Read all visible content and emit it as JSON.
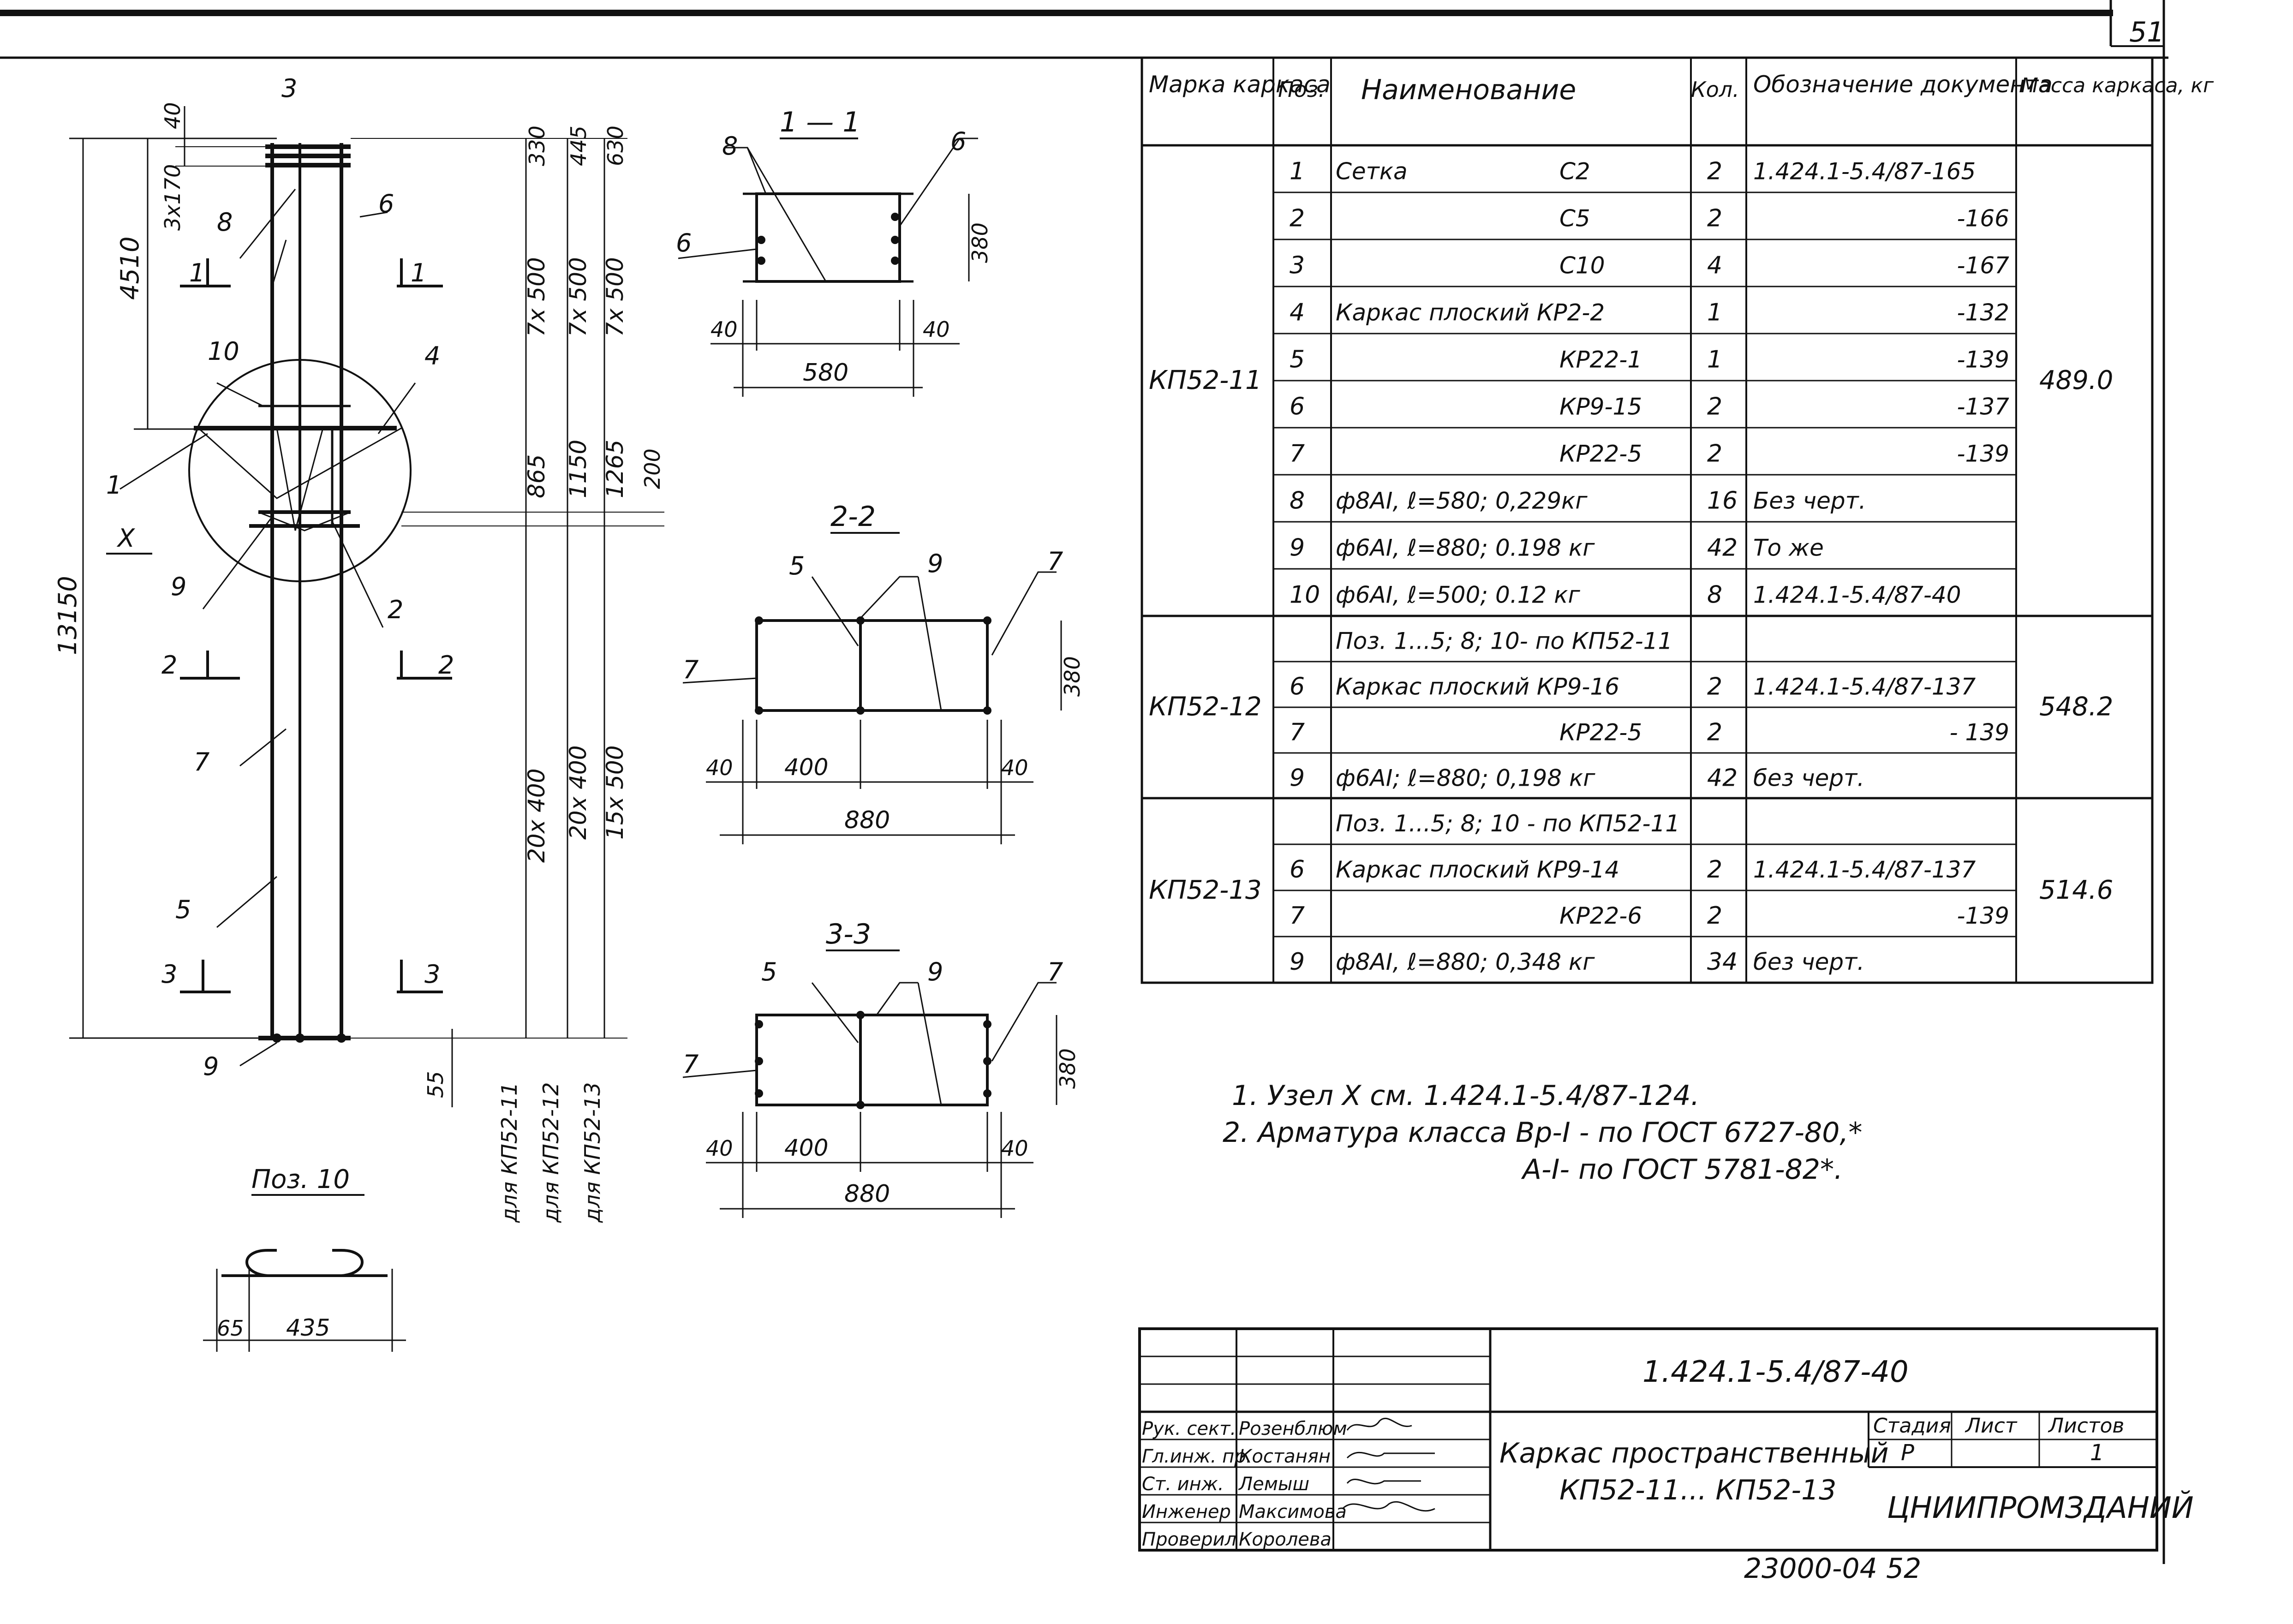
{
  "page_number": "51",
  "column_view": {
    "total_height": "13150",
    "top_offset": "40",
    "top_spacing": "3х170",
    "upper_height": "4510",
    "bottom_offset": "55",
    "dims_a": [
      "330",
      "7х 500",
      "865",
      "20х 400"
    ],
    "dims_b": [
      "445",
      "7х 500",
      "1150",
      "20х 400"
    ],
    "dims_c": [
      "630",
      "7х 500",
      "1265",
      "15х 500"
    ],
    "dim_200": "200",
    "labels": [
      "для КП52-11",
      "для КП52-12",
      "для КП52-13"
    ],
    "node_label": "X",
    "positions": [
      "3",
      "8",
      "6",
      "1",
      "1",
      "10",
      "4",
      "1",
      "9",
      "2",
      "2",
      "2",
      "7",
      "5",
      "3",
      "3",
      "9"
    ]
  },
  "poz10": {
    "title": "Поз. 10",
    "dim_a": "65",
    "dim_b": "435"
  },
  "section_1": {
    "title": "1 — 1",
    "pos_labels": [
      "8",
      "6",
      "6"
    ],
    "dims": [
      "40",
      "40",
      "580",
      "380"
    ]
  },
  "section_2": {
    "title": "2-2",
    "pos_labels": [
      "5",
      "9",
      "7",
      "7"
    ],
    "dims": [
      "40",
      "400",
      "40",
      "880",
      "380"
    ]
  },
  "section_3": {
    "title": "3-3",
    "pos_labels": [
      "5",
      "9",
      "7",
      "7"
    ],
    "dims": [
      "40",
      "400",
      "40",
      "880",
      "380"
    ]
  },
  "spec_table": {
    "headers": [
      "Марка каркаса",
      "Поз.",
      "Наименование",
      "Кол.",
      "Обозначение документа",
      "Масса каркаса, кг"
    ],
    "groups": [
      {
        "mark": "КП52-11",
        "mass": "489.0",
        "rows": [
          {
            "pos": "1",
            "name": "Сетка",
            "name2": "С2",
            "qty": "2",
            "doc": "1.424.1-5.4/87-165"
          },
          {
            "pos": "2",
            "name": "",
            "name2": "С5",
            "qty": "2",
            "doc": "-166"
          },
          {
            "pos": "3",
            "name": "",
            "name2": "С10",
            "qty": "4",
            "doc": "-167"
          },
          {
            "pos": "4",
            "name": "Каркас плоский КР2-2",
            "name2": "",
            "qty": "1",
            "doc": "-132"
          },
          {
            "pos": "5",
            "name": "",
            "name2": "КР22-1",
            "qty": "1",
            "doc": "-139"
          },
          {
            "pos": "6",
            "name": "",
            "name2": "КР9-15",
            "qty": "2",
            "doc": "-137"
          },
          {
            "pos": "7",
            "name": "",
            "name2": "КР22-5",
            "qty": "2",
            "doc": "-139"
          },
          {
            "pos": "8",
            "name": "ф8АI, ℓ=580; 0,229кг",
            "name2": "",
            "qty": "16",
            "doc": "Без черт."
          },
          {
            "pos": "9",
            "name": "ф6АI, ℓ=880; 0.198 кг",
            "name2": "",
            "qty": "42",
            "doc": "То же"
          },
          {
            "pos": "10",
            "name": "ф6АI, ℓ=500; 0.12 кг",
            "name2": "",
            "qty": "8",
            "doc": "1.424.1-5.4/87-40"
          }
        ]
      },
      {
        "mark": "КП52-12",
        "mass": "548.2",
        "rows": [
          {
            "pos": "",
            "name": "Поз. 1...5; 8; 10- по КП52-11",
            "name2": "",
            "qty": "",
            "doc": ""
          },
          {
            "pos": "6",
            "name": "Каркас плоский КР9-16",
            "name2": "",
            "qty": "2",
            "doc": "1.424.1-5.4/87-137"
          },
          {
            "pos": "7",
            "name": "",
            "name2": "КР22-5",
            "qty": "2",
            "doc": "- 139"
          },
          {
            "pos": "9",
            "name": "ф6АI; ℓ=880; 0,198 кг",
            "name2": "",
            "qty": "42",
            "doc": "без черт."
          }
        ]
      },
      {
        "mark": "КП52-13",
        "mass": "514.6",
        "rows": [
          {
            "pos": "",
            "name": "Поз. 1...5; 8; 10 - по КП52-11",
            "name2": "",
            "qty": "",
            "doc": ""
          },
          {
            "pos": "6",
            "name": "Каркас плоский КР9-14",
            "name2": "",
            "qty": "2",
            "doc": "1.424.1-5.4/87-137"
          },
          {
            "pos": "7",
            "name": "",
            "name2": "КР22-6",
            "qty": "2",
            "doc": "-139"
          },
          {
            "pos": "9",
            "name": "ф8АI, ℓ=880; 0,348 кг",
            "name2": "",
            "qty": "34",
            "doc": "без черт."
          }
        ]
      }
    ]
  },
  "notes": [
    "1. Узел X см. 1.424.1-5.4/87-124.",
    "2. Арматура класса Вр-I - по ГОСТ 6727-80,*",
    "А-I- по ГОСТ 5781-82*."
  ],
  "title_block": {
    "code": "1.424.1-5.4/87-40",
    "title_line1": "Каркас пространственный",
    "title_line2": "КП52-11... КП52-13",
    "stage_label": "Стадия",
    "sheet_label": "Лист",
    "sheets_label": "Листов",
    "stage": "Р",
    "sheets": "1",
    "org": "ЦНИИПРОМЗДАНИЙ",
    "people": [
      {
        "role": "Рук. сект.",
        "name": "Розенблюм"
      },
      {
        "role": "Гл.инж. пр.",
        "name": "Костанян"
      },
      {
        "role": "Ст. инж.",
        "name": "Лемыш"
      },
      {
        "role": "Инженер",
        "name": "Максимова"
      },
      {
        "role": "Проверил",
        "name": "Королева"
      }
    ]
  },
  "footer": "23000-04 52"
}
